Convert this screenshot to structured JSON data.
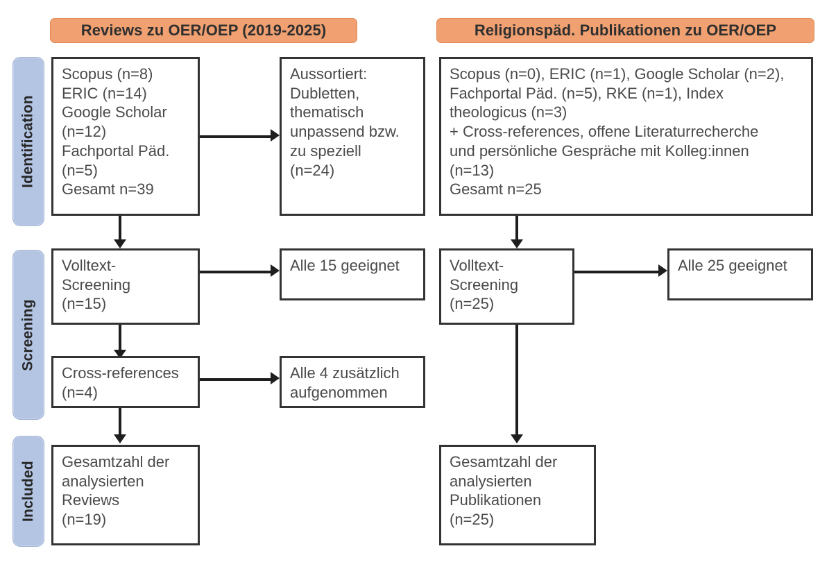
{
  "diagram": {
    "type": "prisma-flow-diagram",
    "stages": [
      {
        "id": "identification",
        "label": "Identification"
      },
      {
        "id": "screening",
        "label": "Screening"
      },
      {
        "id": "included",
        "label": "Included"
      }
    ],
    "columns": [
      {
        "id": "reviews",
        "header": "Reviews zu OER/OEP (2019-2025)"
      },
      {
        "id": "publikationen",
        "header": "Religionspäd. Publikationen zu OER/OEP"
      }
    ],
    "colors": {
      "header_fill": "#f0a071",
      "header_border": "#e08a55",
      "stage_fill": "#b4c5e3",
      "stage_border": "#9fb2d4",
      "box_border": "#333333",
      "box_fill": "#ffffff",
      "connector": "#1e1e1e",
      "text": "#4a4a4a"
    },
    "boxes": {
      "left_identification": "Scopus (n=8)\nERIC (n=14)\nGoogle Scholar\n(n=12)\nFachportal Päd.\n(n=5)\nGesamt n=39",
      "left_excluded": "Aussortiert:\nDubletten,\nthematisch\nunpassend bzw.\nzu speziell\n(n=24)",
      "left_screening": "Volltext-\nScreening\n(n=15)",
      "left_screening_result": "Alle 15 geeignet",
      "left_crossrefs": "Cross-references\n(n=4)",
      "left_crossrefs_result": "Alle 4 zusätzlich\naufgenommen",
      "left_included": "Gesamtzahl der\nanalysierten\nReviews\n(n=19)",
      "right_identification": "Scopus (n=0), ERIC (n=1), Google Scholar (n=2),\nFachportal Päd. (n=5), RKE (n=1), Index\ntheologicus (n=3)\n+ Cross-references, offene Literaturrecherche\nund persönliche Gespräche mit Kolleg:innen\n(n=13)\nGesamt n=25",
      "right_screening": "Volltext-\nScreening\n(n=25)",
      "right_screening_result": "Alle 25 geeignet",
      "right_included": "Gesamtzahl der\nanalysierten\nPublikationen\n(n=25)"
    },
    "counts": {
      "left_scopus": 8,
      "left_eric": 14,
      "left_google_scholar": 12,
      "left_fachportal": 5,
      "left_total_identified": 39,
      "left_excluded": 24,
      "left_fulltext_screened": 15,
      "left_fulltext_eligible": 15,
      "left_crossrefs": 4,
      "left_crossrefs_added": 4,
      "left_included": 19,
      "right_scopus": 0,
      "right_eric": 1,
      "right_google_scholar": 2,
      "right_fachportal": 5,
      "right_rke": 1,
      "right_index_theologicus": 3,
      "right_additional_sources": 13,
      "right_total_identified": 25,
      "right_fulltext_screened": 25,
      "right_fulltext_eligible": 25,
      "right_included": 25
    }
  }
}
